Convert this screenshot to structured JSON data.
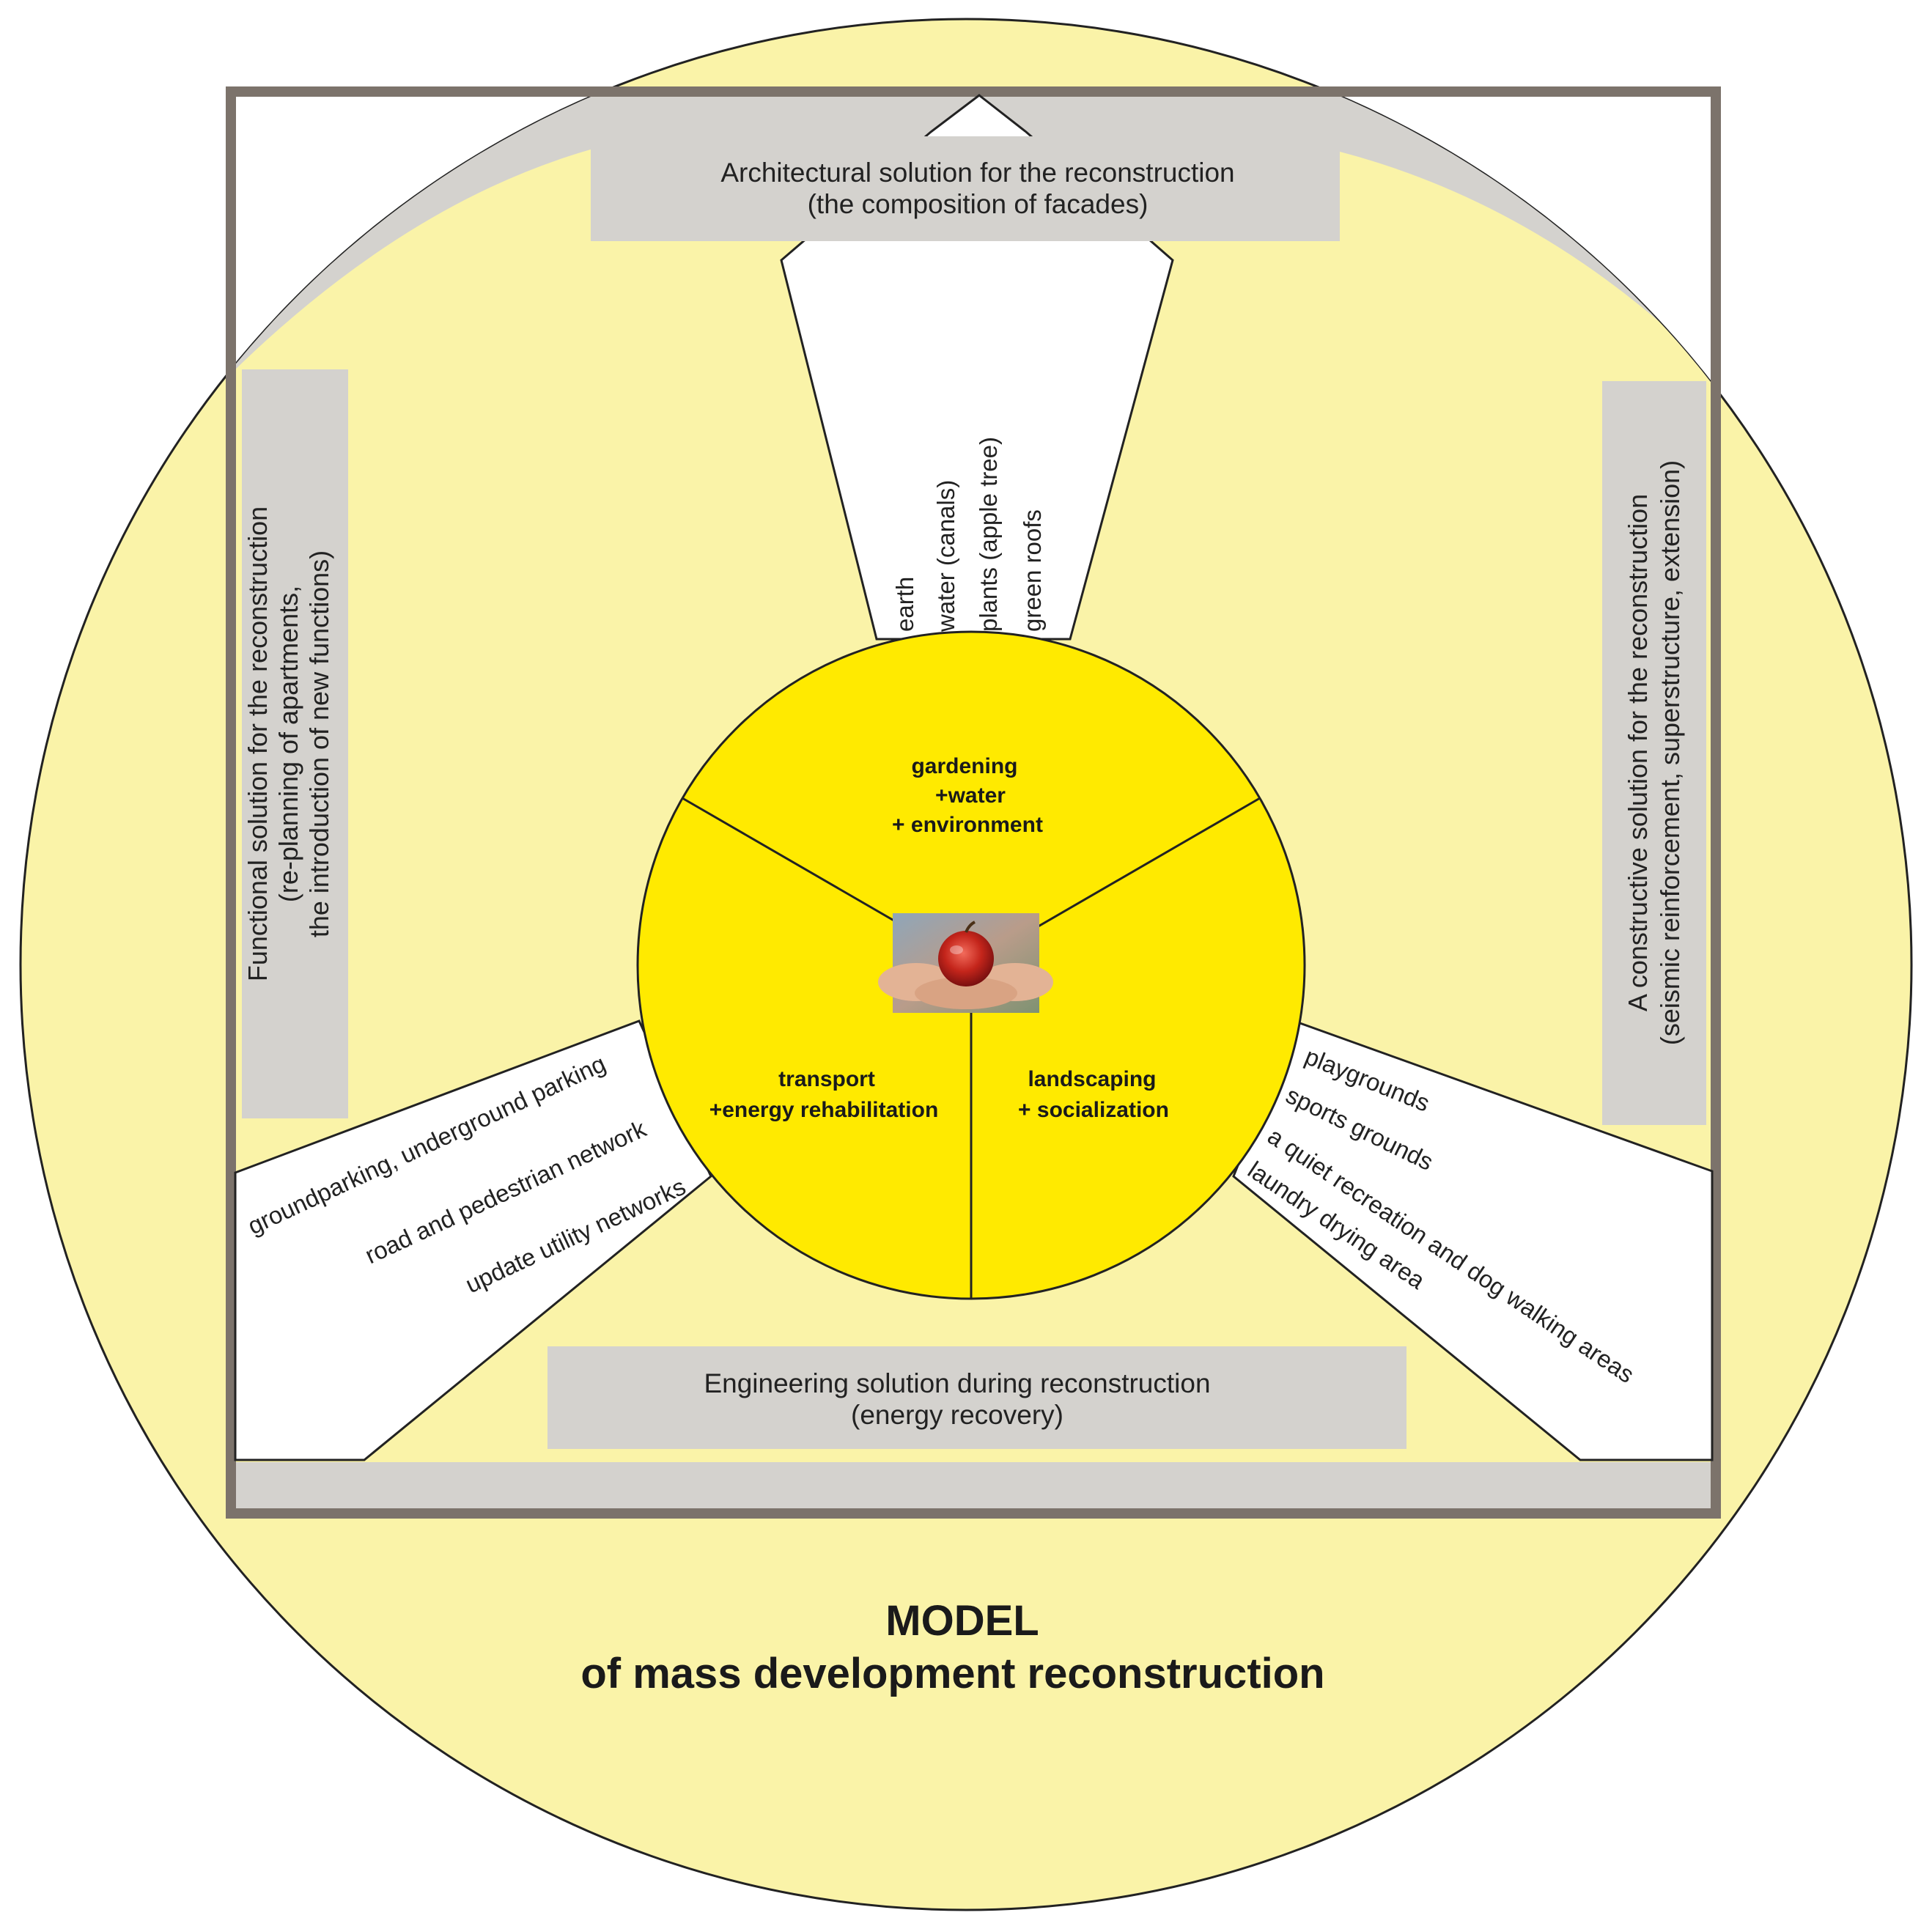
{
  "colors": {
    "outer_circle": "#FAF3A8",
    "inner_circle": "#FFEA00",
    "frame": "#7C736B",
    "box_gray": "#D4D2CE",
    "panel_white": "#FFFFFF",
    "line": "#222222"
  },
  "top_box": {
    "line1": "Architectural solution for the reconstruction",
    "line2": "(the composition of facades)"
  },
  "left_box": {
    "line1": "Functional solution for the reconstruction",
    "line2": "(re-planning of apartments,",
    "line3": "the introduction of new functions)"
  },
  "right_box": {
    "line1": "A constructive solution for the reconstruction",
    "line2": "(seismic reinforcement, superstructure, extension)"
  },
  "bottom_box": {
    "line1": "Engineering solution during reconstruction",
    "line2": "(energy recovery)"
  },
  "top_panel_items": [
    "earth",
    "water (canals)",
    "plants (apple tree)",
    "green roofs"
  ],
  "left_panel_items": [
    "groundparking, underground parking",
    "road and pedestrian network",
    "update utility networks"
  ],
  "right_panel_items": [
    "playgrounds",
    "sports grounds",
    "a quiet recreation and dog walking areas",
    "laundry drying area"
  ],
  "sectors": {
    "top": {
      "line1": "gardening",
      "line2": "+water",
      "line3": "+ environment"
    },
    "left": {
      "line1": "transport",
      "line2": "+energy rehabilitation"
    },
    "right": {
      "line1": "landscaping",
      "line2": "+ socialization"
    }
  },
  "title": {
    "line1": "MODEL",
    "line2": "of mass development reconstruction"
  }
}
